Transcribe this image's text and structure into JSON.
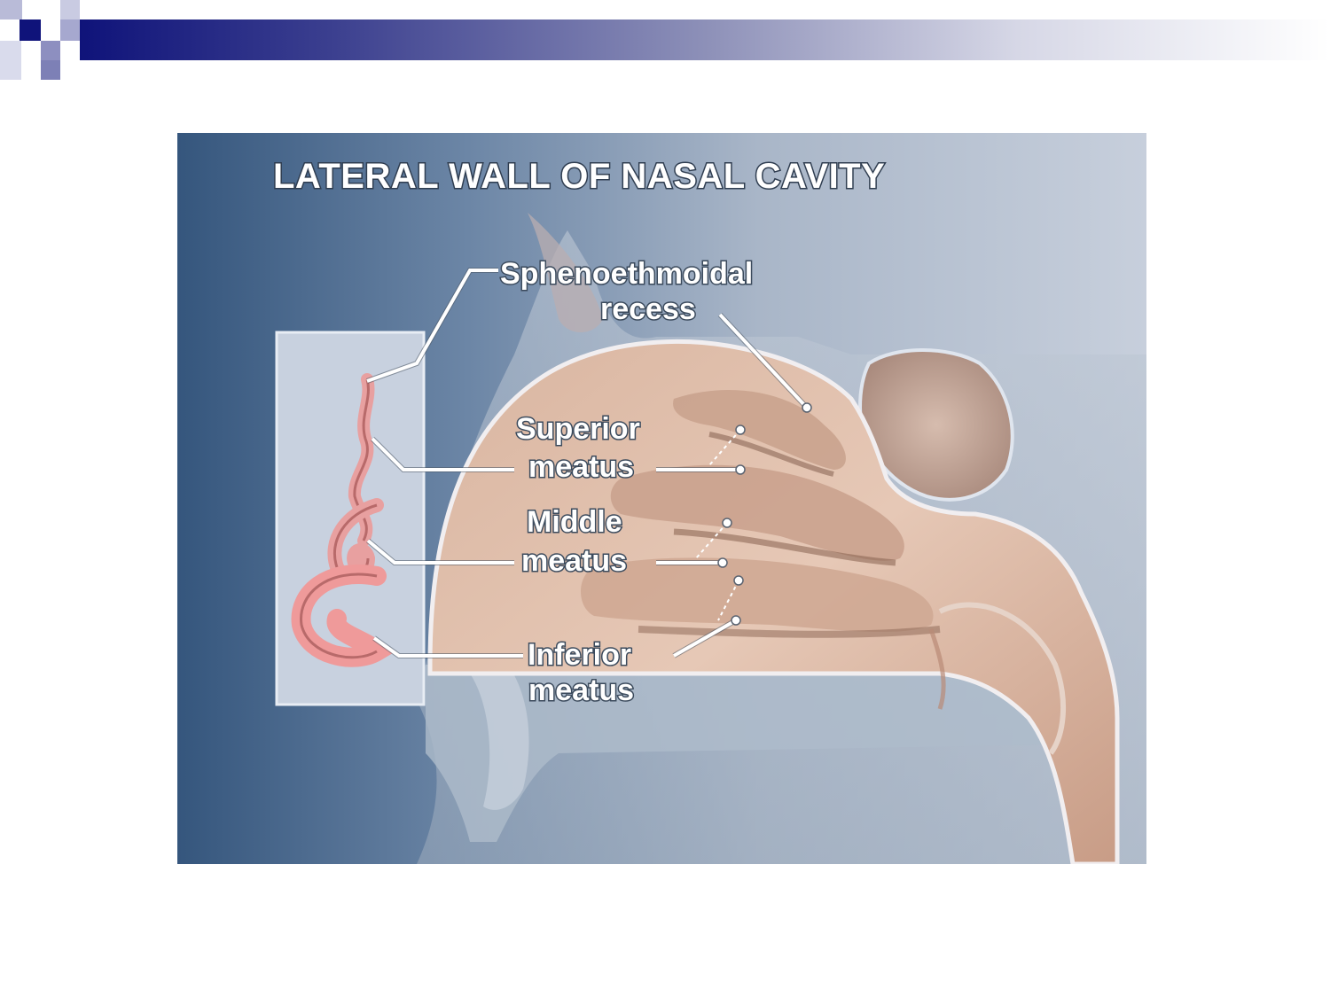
{
  "slide": {
    "accent_dark": "#0f137a",
    "accent_light": "#9a9cc8"
  },
  "figure": {
    "title": "LATERAL WALL OF NASAL CAVITY",
    "labels": {
      "sphenoethmoidal_line1": "Sphenoethmoidal",
      "sphenoethmoidal_line2": "recess",
      "superior_line1": "Superior",
      "superior_line2": "meatus",
      "middle_line1": "Middle",
      "middle_line2": "meatus",
      "inferior_line1": "Inferior",
      "inferior_line2": "meatus"
    }
  }
}
